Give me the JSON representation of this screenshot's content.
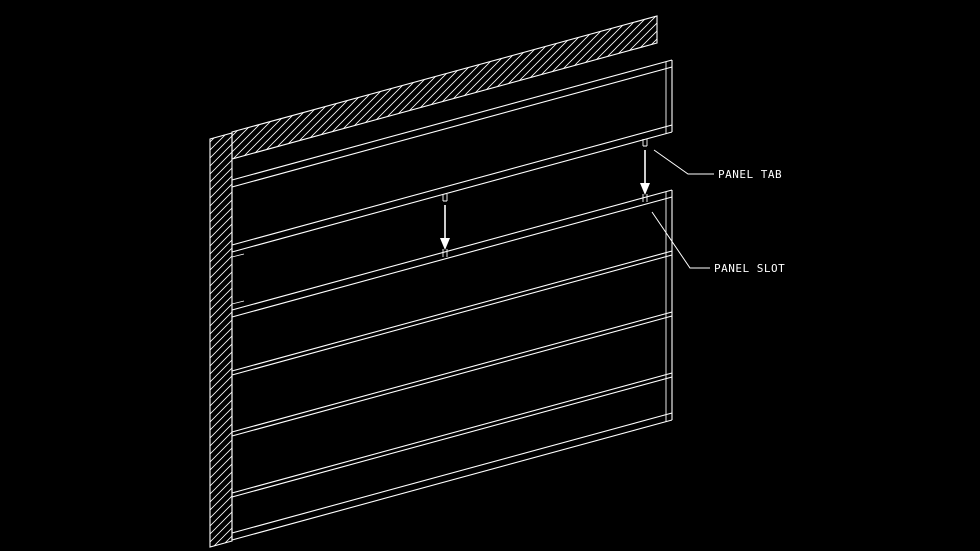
{
  "diagram": {
    "type": "technical-detail",
    "subject": "wall panel installation isometric detail",
    "labels": {
      "panel_tab": "PANEL TAB",
      "panel_slot": "PANEL SLOT"
    },
    "icons": [
      {
        "name": "down-arrow",
        "meaning": "panel insertion direction",
        "count": 2
      }
    ],
    "colors": {
      "background": "#000000",
      "line": "#ffffff"
    }
  }
}
